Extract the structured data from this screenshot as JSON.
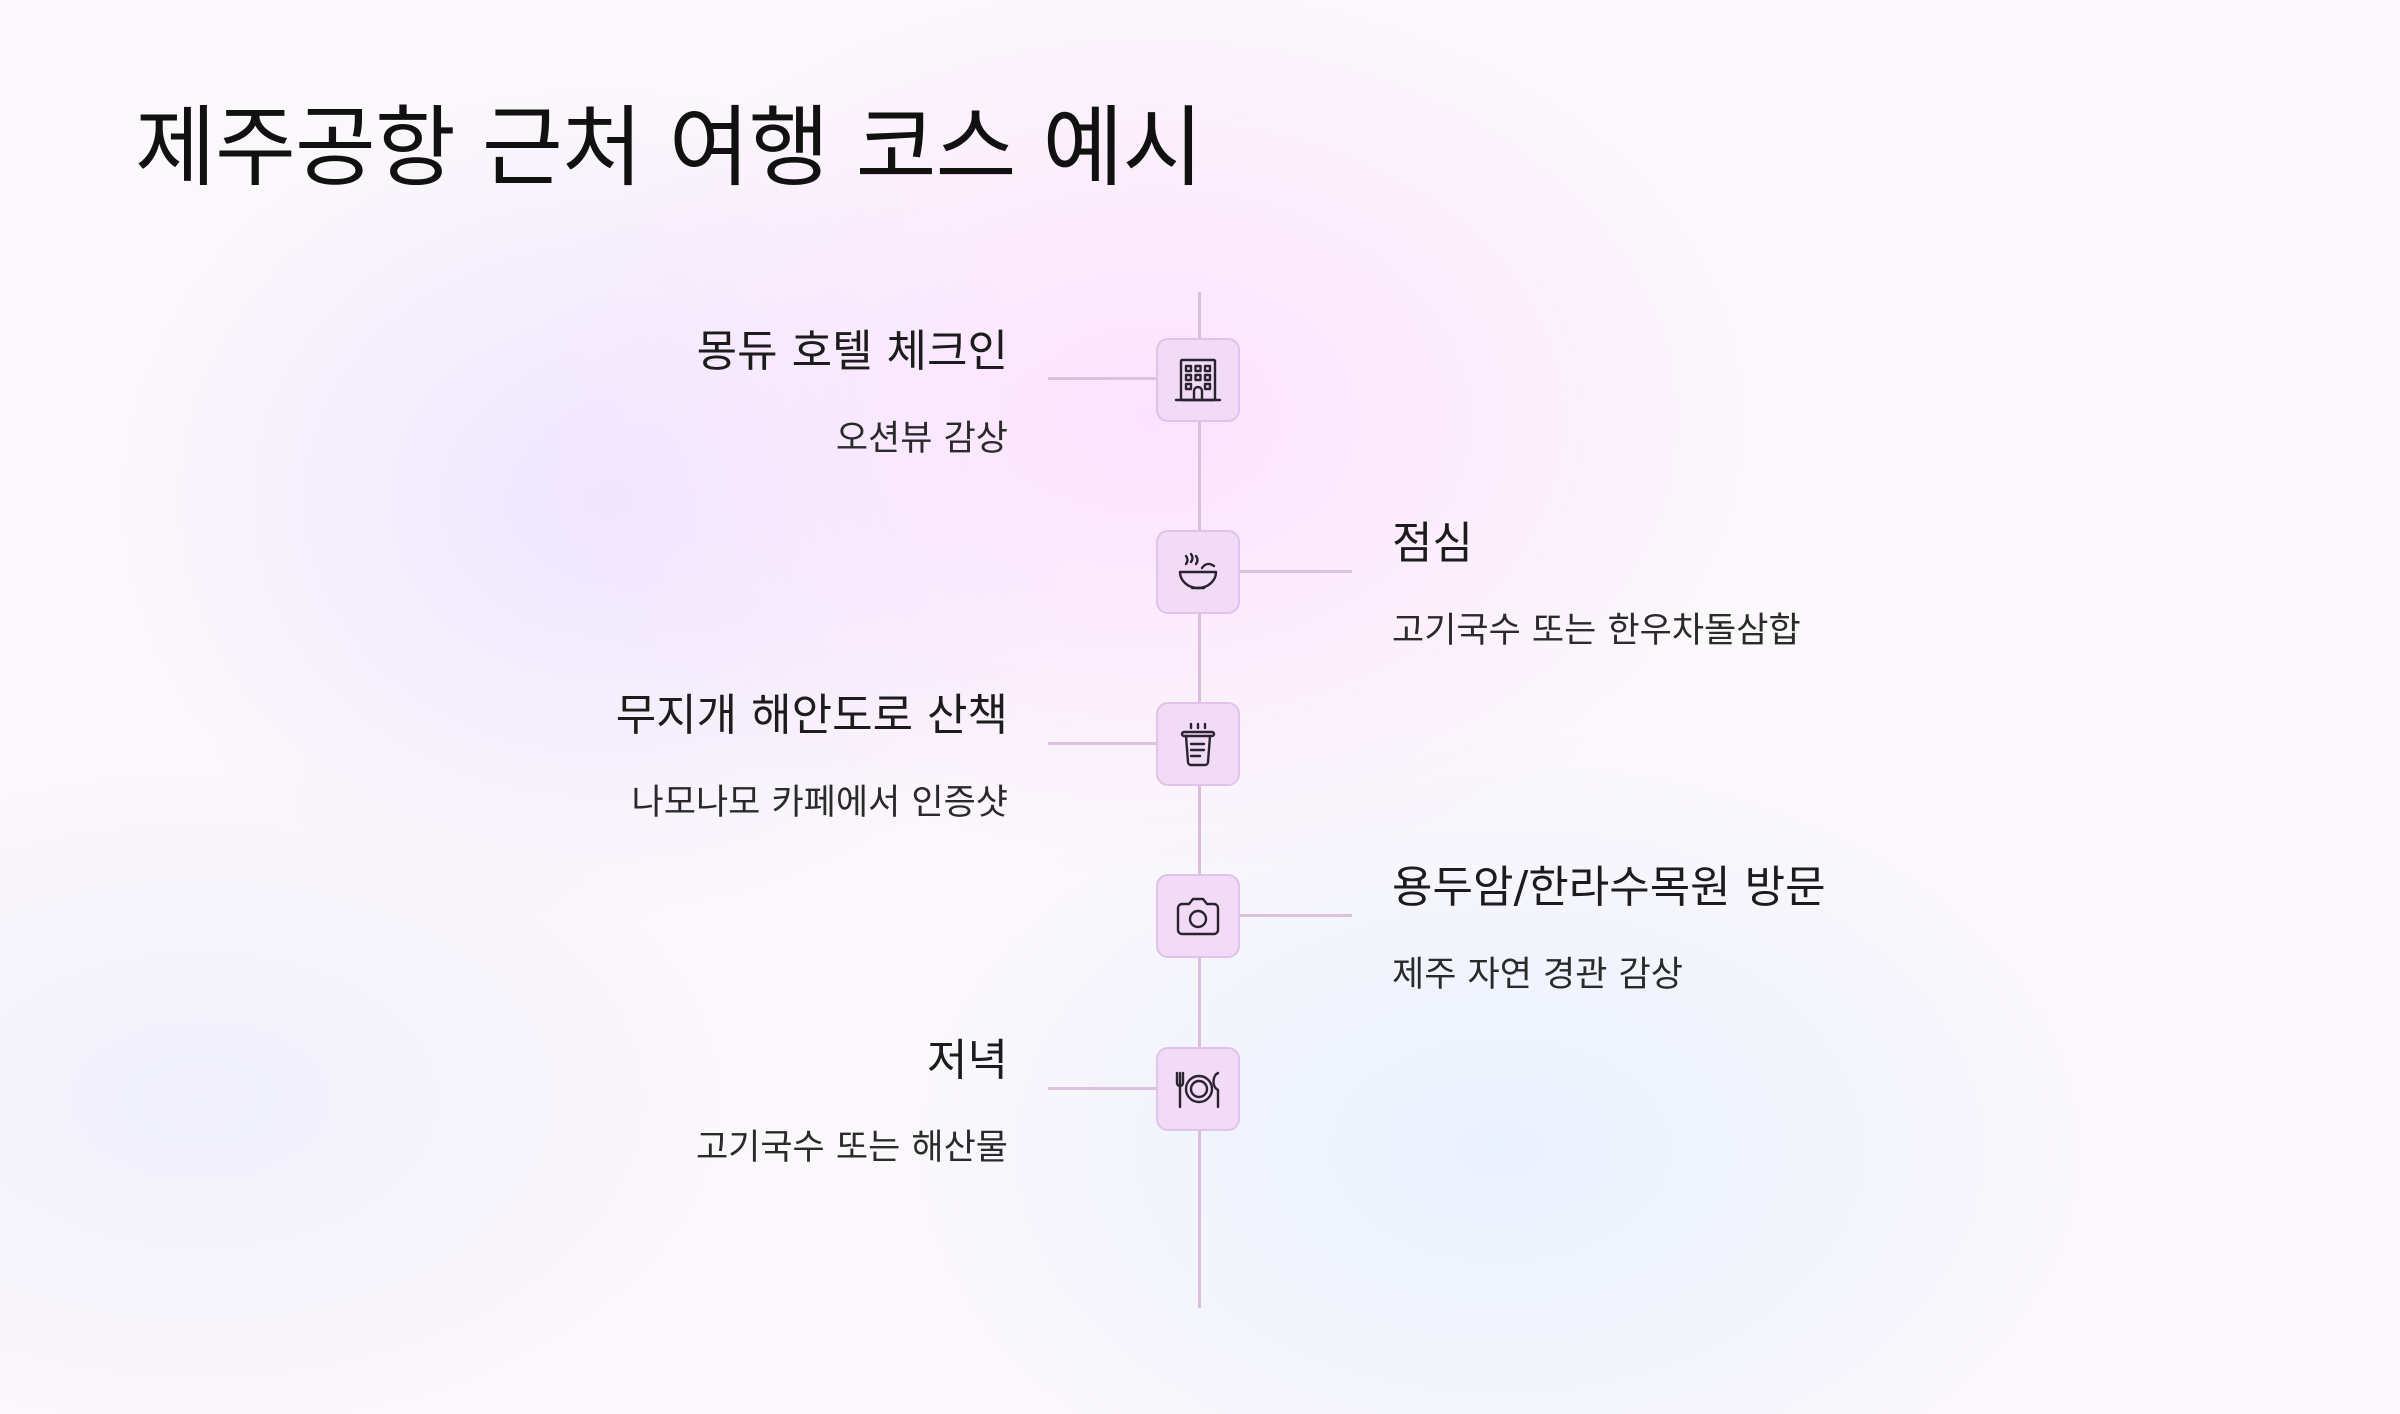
{
  "title": "제주공항 근처 여행 코스 예시",
  "timeline": [
    {
      "title": "몽듀 호텔 체크인",
      "desc": "오션뷰 감상",
      "icon": "hotel-building-icon",
      "side": "left"
    },
    {
      "title": "점심",
      "desc": "고기국수 또는 한우차돌삼합",
      "icon": "noodle-bowl-icon",
      "side": "right"
    },
    {
      "title": "무지개 해안도로 산책",
      "desc": "나모나모 카페에서 인증샷",
      "icon": "coffee-cup-icon",
      "side": "left"
    },
    {
      "title": "용두암/한라수목원 방문",
      "desc": "제주 자연 경관 감상",
      "icon": "camera-icon",
      "side": "right"
    },
    {
      "title": "저녁",
      "desc": "고기국수 또는 해산물",
      "icon": "plate-utensils-icon",
      "side": "left"
    }
  ],
  "colors": {
    "line": "#d9bfdc",
    "node_bg": "#f1dbf7",
    "node_border": "#e0c2ea",
    "icon": "#2b2330"
  }
}
